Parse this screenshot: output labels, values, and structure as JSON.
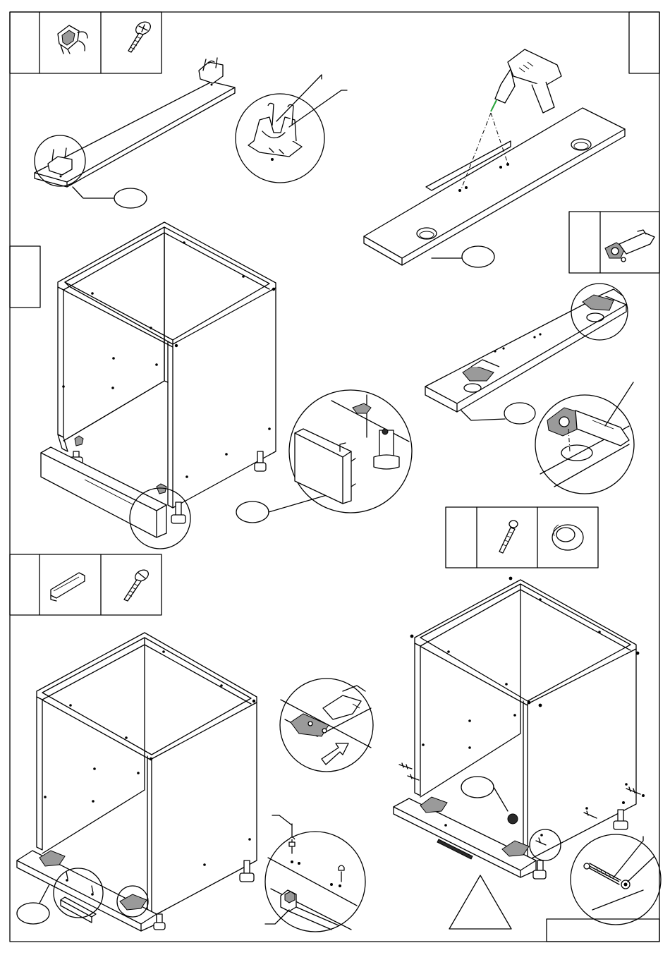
{
  "sheet": {
    "description_free": true,
    "colors": {
      "line": "#000000",
      "paper": "#ffffff",
      "drill_tip": "#27a33a",
      "fitting_fill": "#9a9a9a"
    }
  },
  "parts_boxes": [
    {
      "id": "box-top-left",
      "icons": [
        "shelf-support-clip-icon",
        "wood-screw-icon"
      ],
      "number": ""
    },
    {
      "id": "box-hinge",
      "icons": [
        "hinge-icon"
      ],
      "number": ""
    },
    {
      "id": "box-screw-knob",
      "icons": [
        "bolt-icon",
        "knob-icon"
      ],
      "number": ""
    },
    {
      "id": "box-handle",
      "icons": [
        "bar-handle-icon",
        "machine-screw-icon"
      ],
      "number": ""
    }
  ],
  "callouts": [
    {
      "id": "callout-1",
      "text": ""
    },
    {
      "id": "callout-2",
      "text": ""
    },
    {
      "id": "callout-3",
      "text": ""
    },
    {
      "id": "callout-4",
      "text": ""
    },
    {
      "id": "callout-5",
      "text": ""
    },
    {
      "id": "callout-6",
      "text": ""
    },
    {
      "id": "callout-7",
      "text": ""
    }
  ],
  "footer": {
    "page_box_text": ""
  }
}
